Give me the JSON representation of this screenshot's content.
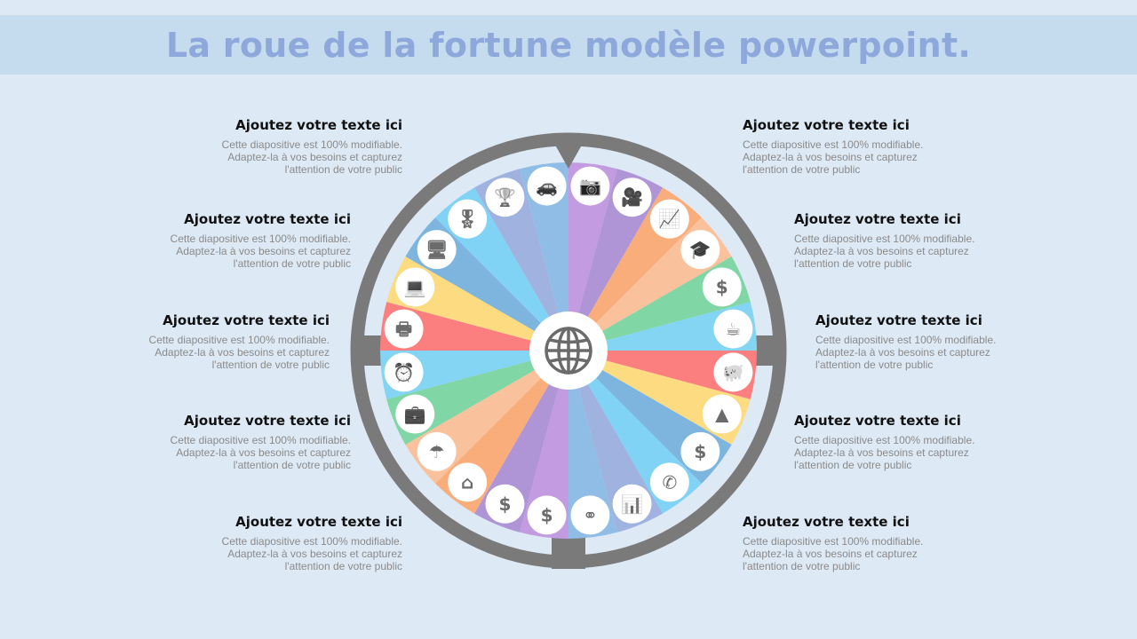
{
  "title": "La roue de la fortune modèle powerpoint.",
  "blocks": [
    {
      "side": "left",
      "heading": "Ajoutez votre texte ici",
      "body": "Cette diapositive est 100% modifiable. Adaptez-la à vos besoins et capturez l'attention de votre public"
    },
    {
      "side": "left",
      "heading": "Ajoutez votre texte ici",
      "body": "Cette diapositive est 100% modifiable. Adaptez-la à vos besoins et capturez l'attention de votre public"
    },
    {
      "side": "left",
      "heading": "Ajoutez votre texte ici",
      "body": "Cette diapositive est 100% modifiable. Adaptez-la à vos besoins et capturez l'attention de votre public"
    },
    {
      "side": "left",
      "heading": "Ajoutez votre texte ici",
      "body": "Cette diapositive est 100% modifiable. Adaptez-la à vos besoins et capturez l'attention de votre public"
    },
    {
      "side": "left",
      "heading": "Ajoutez votre texte ici",
      "body": "Cette diapositive est 100% modifiable. Adaptez-la à vos besoins et capturez l'attention de votre public"
    },
    {
      "side": "right",
      "heading": "Ajoutez votre texte ici",
      "body": "Cette diapositive est 100% modifiable. Adaptez-la à vos besoins et capturez l'attention de votre public"
    },
    {
      "side": "right",
      "heading": "Ajoutez votre texte ici",
      "body": "Cette diapositive est 100% modifiable. Adaptez-la à vos besoins et capturez l'attention de votre public"
    },
    {
      "side": "right",
      "heading": "Ajoutez votre texte ici",
      "body": "Cette diapositive est 100% modifiable. Adaptez-la à vos besoins et capturez l'attention de votre public"
    },
    {
      "side": "right",
      "heading": "Ajoutez votre texte ici",
      "body": "Cette diapositive est 100% modifiable. Adaptez-la à vos besoins et capturez l'attention de votre public"
    },
    {
      "side": "right",
      "heading": "Ajoutez votre texte ici",
      "body": "Cette diapositive est 100% modifiable. Adaptez-la à vos besoins et capturez l'attention de votre public"
    }
  ],
  "wheel": {
    "segment_colors": [
      "#c39be0",
      "#b095d6",
      "#f9ad7a",
      "#f9c29c",
      "#80d6a4",
      "#84d4f4",
      "#fc7f7f",
      "#fddb80",
      "#7db5df",
      "#80d3f4",
      "#9fb2e0",
      "#8fbde6"
    ],
    "ring_color": "#7a7a7a",
    "icon_color": "#6b6b6b",
    "center_icon": "globe-icon",
    "icons": [
      {
        "name": "camera-icon",
        "glyph": "📷"
      },
      {
        "name": "video-camera-icon",
        "glyph": "🎥"
      },
      {
        "name": "hand-chart-icon",
        "glyph": "📈"
      },
      {
        "name": "graduation-cap-icon",
        "glyph": "🎓"
      },
      {
        "name": "coins-dollar-icon",
        "glyph": "$"
      },
      {
        "name": "coffee-cup-icon",
        "glyph": "☕"
      },
      {
        "name": "piggy-bank-icon",
        "glyph": "🐖"
      },
      {
        "name": "dollar-pyramid-icon",
        "glyph": "▲"
      },
      {
        "name": "dollar-arrows-icon",
        "glyph": "$"
      },
      {
        "name": "phone-icon",
        "glyph": "✆"
      },
      {
        "name": "growth-chart-icon",
        "glyph": "📊"
      },
      {
        "name": "rings-icon",
        "glyph": "⚭"
      },
      {
        "name": "hand-dollar-icon",
        "glyph": "$"
      },
      {
        "name": "dollar-cycle-icon",
        "glyph": "$"
      },
      {
        "name": "house-icon",
        "glyph": "⌂"
      },
      {
        "name": "umbrella-icon",
        "glyph": "☂"
      },
      {
        "name": "briefcase-icon",
        "glyph": "💼"
      },
      {
        "name": "alarm-clock-icon",
        "glyph": "⏰"
      },
      {
        "name": "printer-icon",
        "glyph": "🖶"
      },
      {
        "name": "laptop-icon",
        "glyph": "💻"
      },
      {
        "name": "monitor-icon",
        "glyph": "🖥"
      },
      {
        "name": "medal-icon",
        "glyph": "🎖"
      },
      {
        "name": "trophy-icon",
        "glyph": "🏆"
      },
      {
        "name": "car-icon",
        "glyph": "🚗"
      }
    ]
  }
}
